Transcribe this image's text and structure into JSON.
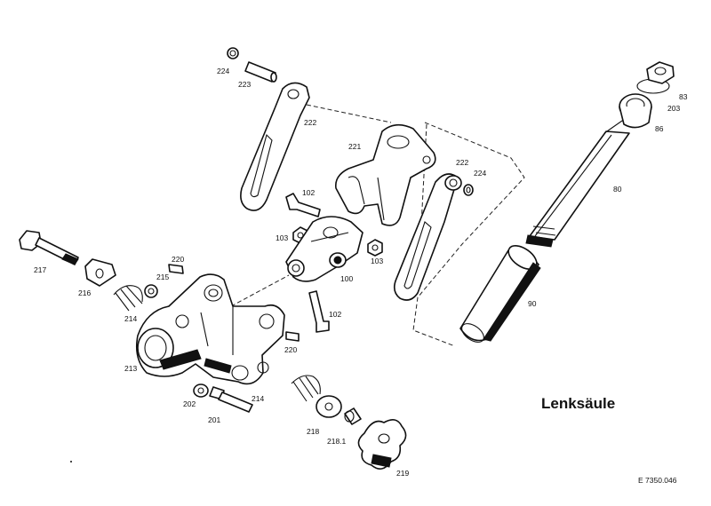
{
  "title": "Lenksäule",
  "drawing_code": "E 7350.046",
  "labels": [
    "224",
    "223",
    "222",
    "221",
    "222",
    "224",
    "102",
    "103",
    "100",
    "103",
    "102",
    "83",
    "203",
    "86",
    "80",
    "90",
    "217",
    "216",
    "220",
    "215",
    "214",
    "213",
    "220",
    "202",
    "201",
    "214",
    "218",
    "218.1",
    "219"
  ]
}
